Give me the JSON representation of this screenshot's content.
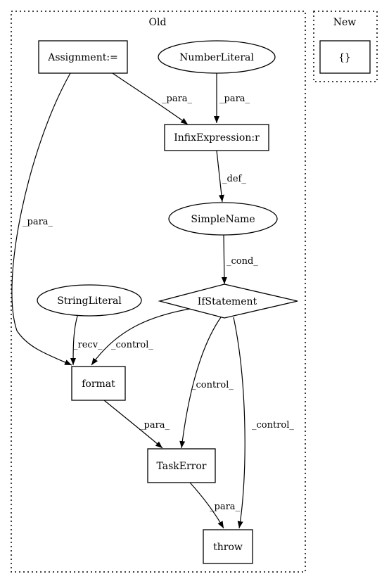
{
  "clusters": {
    "old": {
      "title": "Old"
    },
    "new": {
      "title": "New"
    }
  },
  "nodes": {
    "assignment": {
      "label": "Assignment:=",
      "shape": "box"
    },
    "number_literal": {
      "label": "NumberLiteral",
      "shape": "ellipse"
    },
    "infix_expression": {
      "label": "InfixExpression:r",
      "shape": "box"
    },
    "simple_name": {
      "label": "SimpleName",
      "shape": "ellipse"
    },
    "if_statement": {
      "label": "IfStatement",
      "shape": "diamond"
    },
    "string_literal": {
      "label": "StringLiteral",
      "shape": "ellipse"
    },
    "format": {
      "label": "format",
      "shape": "box"
    },
    "task_error": {
      "label": "TaskError",
      "shape": "box"
    },
    "throw": {
      "label": "throw",
      "shape": "box"
    },
    "new_block": {
      "label": "{}",
      "shape": "box"
    }
  },
  "edges": [
    {
      "from": "Assignment:=",
      "to": "InfixExpression:r",
      "label": "_para_"
    },
    {
      "from": "NumberLiteral",
      "to": "InfixExpression:r",
      "label": "_para_"
    },
    {
      "from": "Assignment:=",
      "to": "format",
      "label": "_para_"
    },
    {
      "from": "InfixExpression:r",
      "to": "SimpleName",
      "label": "_def_"
    },
    {
      "from": "SimpleName",
      "to": "IfStatement",
      "label": "_cond_"
    },
    {
      "from": "StringLiteral",
      "to": "format",
      "label": "_recv_"
    },
    {
      "from": "IfStatement",
      "to": "format",
      "label": "_control_"
    },
    {
      "from": "IfStatement",
      "to": "TaskError",
      "label": "_control_"
    },
    {
      "from": "IfStatement",
      "to": "throw",
      "label": "_control_"
    },
    {
      "from": "format",
      "to": "TaskError",
      "label": "_para_"
    },
    {
      "from": "TaskError",
      "to": "throw",
      "label": "_para_"
    }
  ]
}
